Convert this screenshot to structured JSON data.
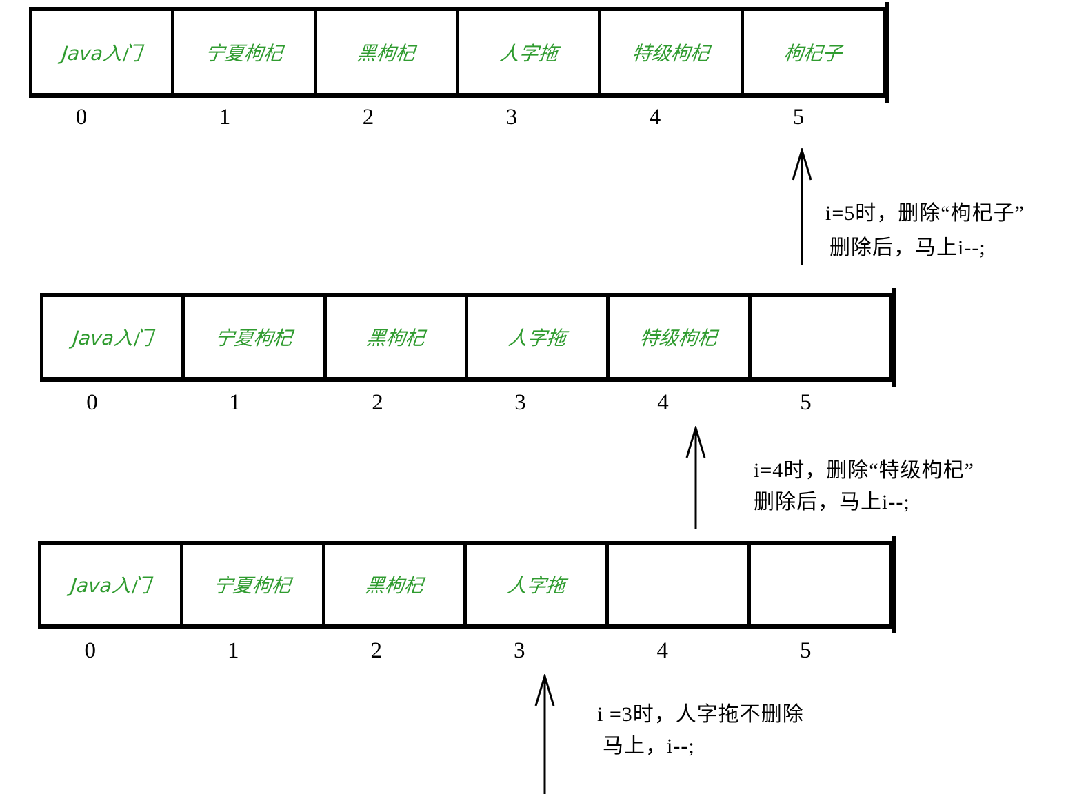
{
  "colors": {
    "cell_text_green": "#2f9b2f",
    "line_black": "#000000",
    "background": "#ffffff"
  },
  "arrays": [
    {
      "name": "array-state-1",
      "cells": [
        "Java入门",
        "宁夏枸杞",
        "黑枸杞",
        "人字拖",
        "特级枸杞",
        "枸杞子"
      ],
      "indices": [
        "0",
        "1",
        "2",
        "3",
        "4",
        "5"
      ],
      "annotation": {
        "line1": "i=5时，删除“枸杞子”",
        "line2": "删除后，马上i--;",
        "arrow_index": 5
      }
    },
    {
      "name": "array-state-2",
      "cells": [
        "Java入门",
        "宁夏枸杞",
        "黑枸杞",
        "人字拖",
        "特级枸杞",
        ""
      ],
      "indices": [
        "0",
        "1",
        "2",
        "3",
        "4",
        "5"
      ],
      "annotation": {
        "line1": "i=4时，删除“特级枸杞”",
        "line2": "删除后，马上i--;",
        "arrow_index": 4
      }
    },
    {
      "name": "array-state-3",
      "cells": [
        "Java入门",
        "宁夏枸杞",
        "黑枸杞",
        "人字拖",
        "",
        ""
      ],
      "indices": [
        "0",
        "1",
        "2",
        "3",
        "4",
        "5"
      ],
      "annotation": {
        "line1": "i =3时，人字拖不删除",
        "line2": "马上，i--;",
        "arrow_index": 3
      }
    }
  ]
}
